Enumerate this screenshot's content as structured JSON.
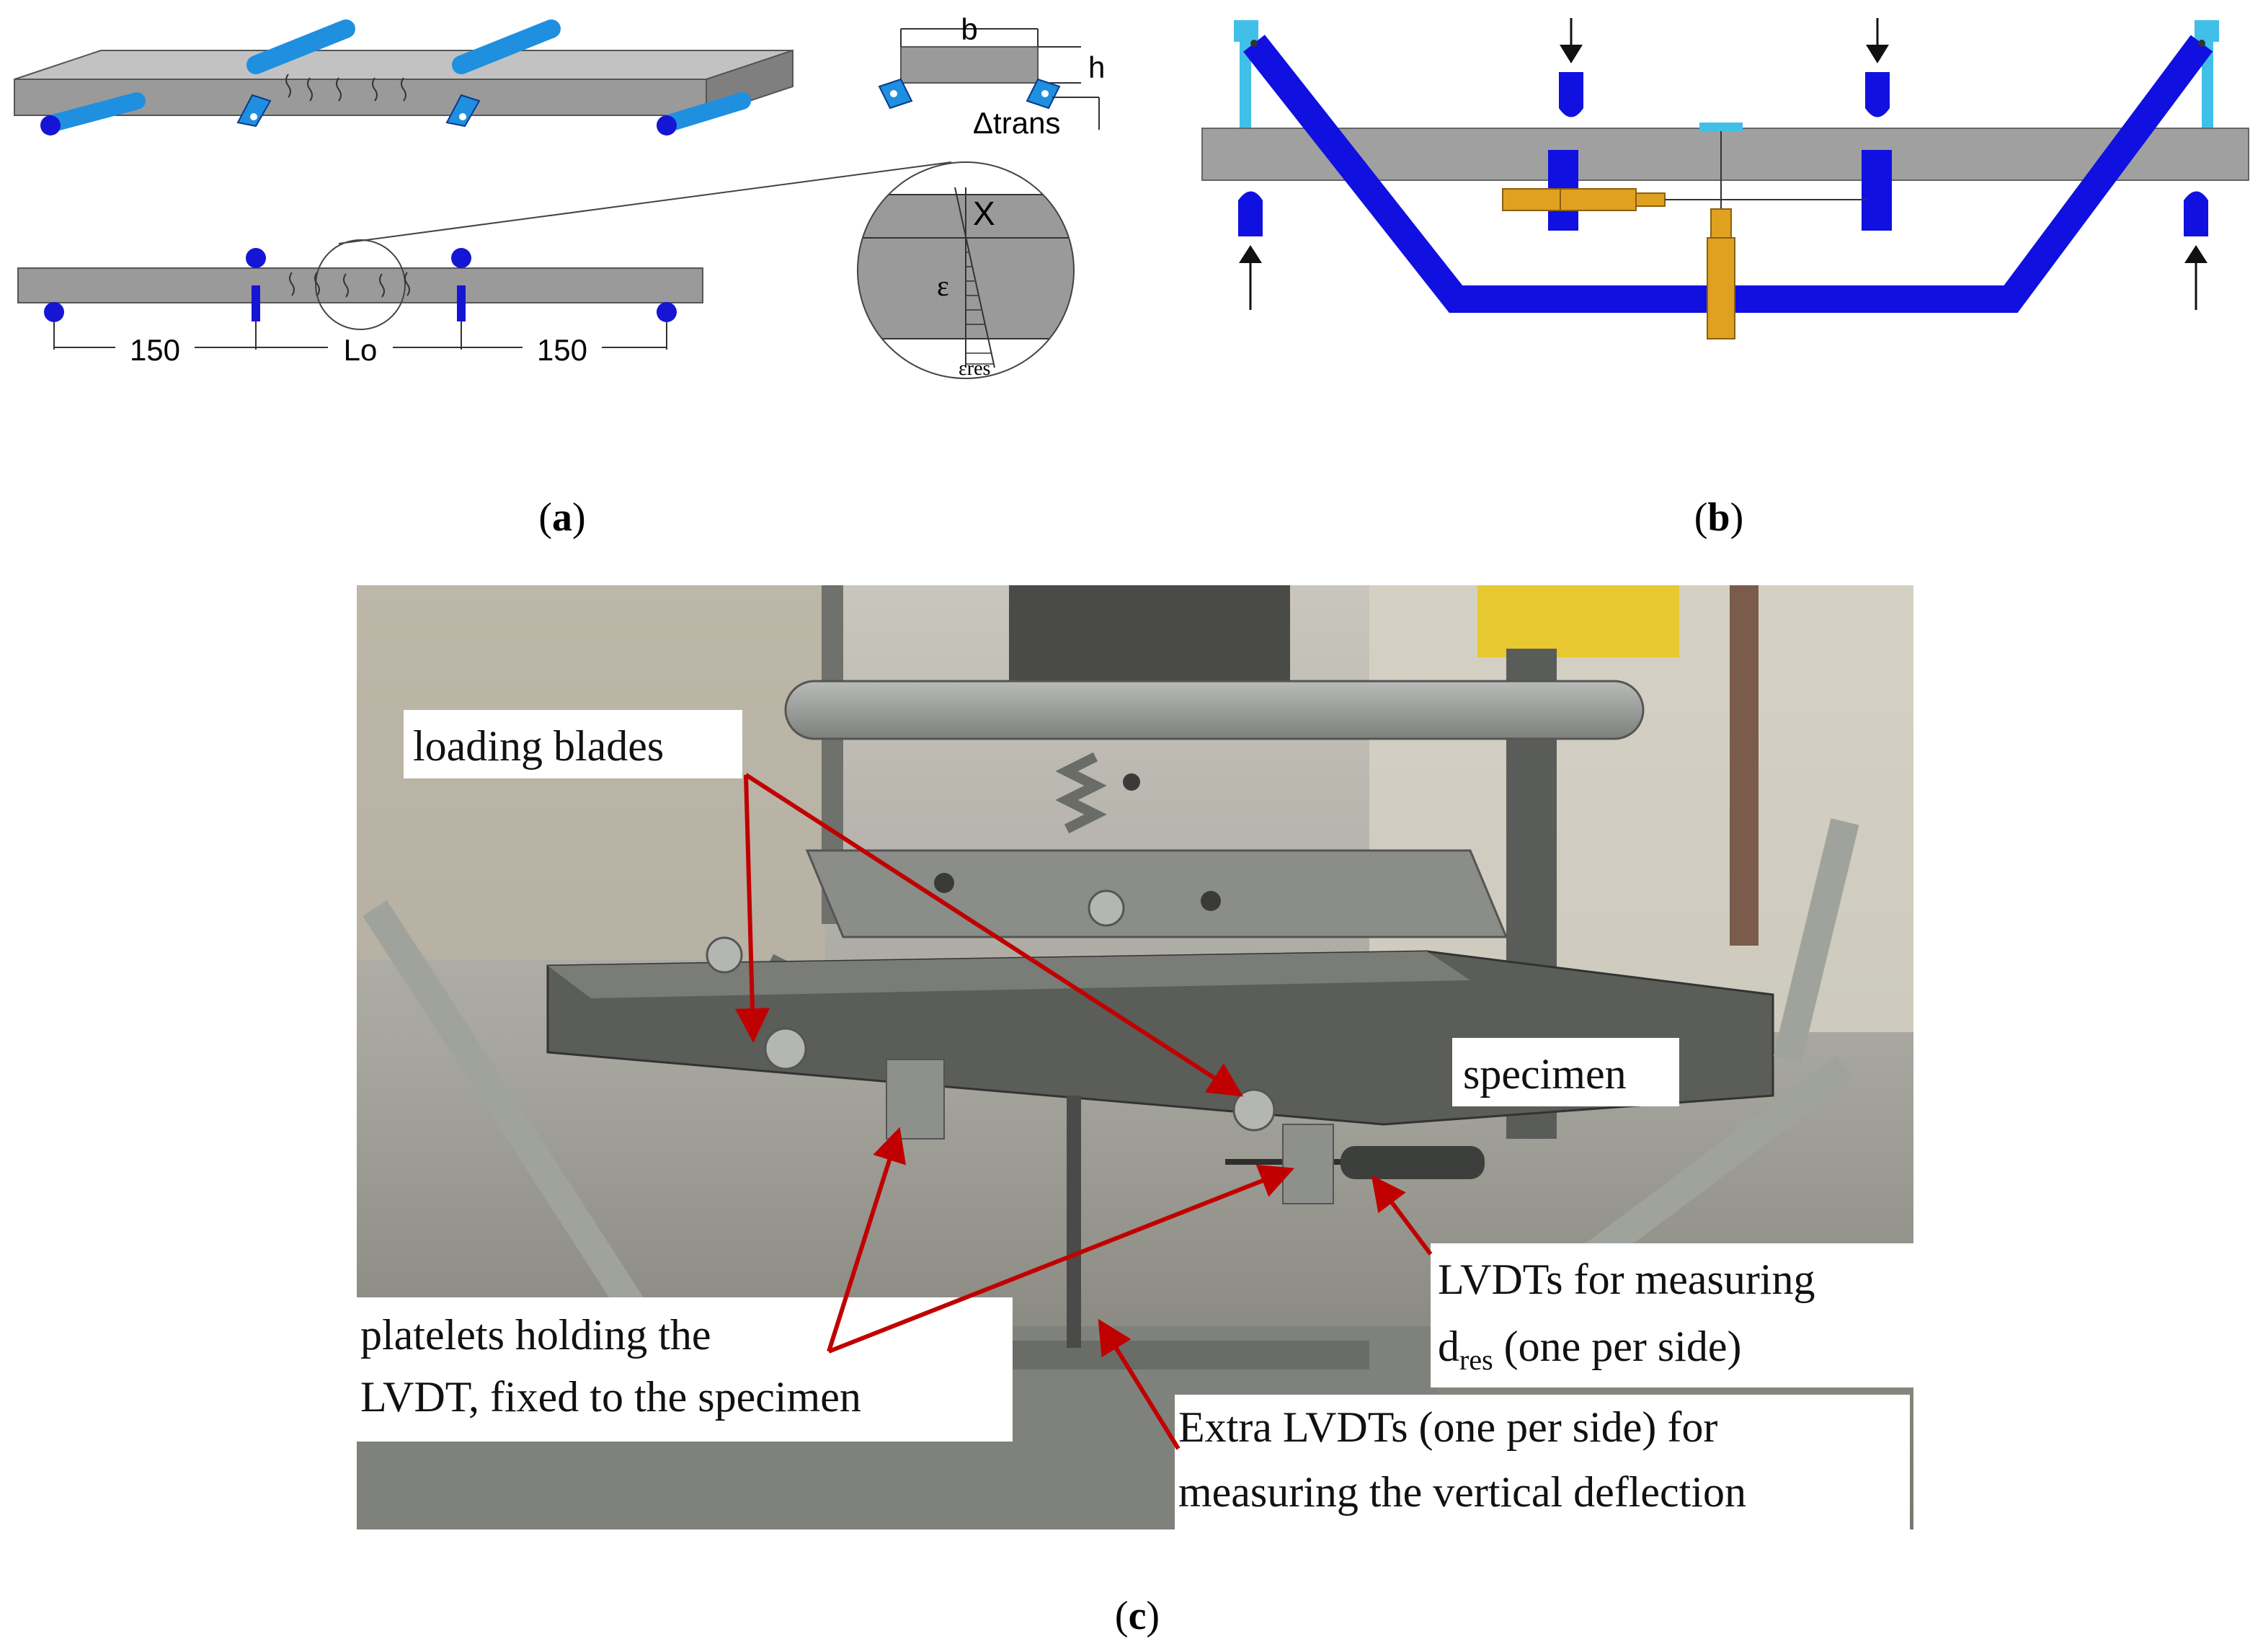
{
  "panel_a": {
    "label_open": "(",
    "label_letter": "a",
    "label_close": ")",
    "section_b": "b",
    "section_h": "h",
    "section_delta": "Δtrans",
    "detail_x": "X",
    "detail_eps": "ε",
    "detail_eps_res": "εres",
    "dim_left": "150",
    "dim_mid": "Lo",
    "dim_right": "150"
  },
  "panel_b": {
    "label_open": "(",
    "label_letter": "b",
    "label_close": ")"
  },
  "panel_c": {
    "label_open": "(",
    "label_letter": "c",
    "label_close": ")",
    "annotations": {
      "loading_blades": "loading blades",
      "specimen": "specimen",
      "lvdt_dres_line1": "LVDTs for measuring",
      "lvdt_dres_d": "d",
      "lvdt_dres_sub": "res",
      "lvdt_dres_rest": " (one per side)",
      "platelets_line1": "platelets holding the",
      "platelets_line2": "LVDT, fixed to the specimen",
      "extra_line1": "Extra LVDTs (one per side) for",
      "extra_line2": "measuring the vertical deflection"
    }
  },
  "colors": {
    "beam_grey": "#9a9a9a",
    "roller_blue": "#1f8fe0",
    "frame_blue": "#1010e0",
    "lvdt_gold": "#e0a020",
    "arrow_red": "#c00000"
  }
}
